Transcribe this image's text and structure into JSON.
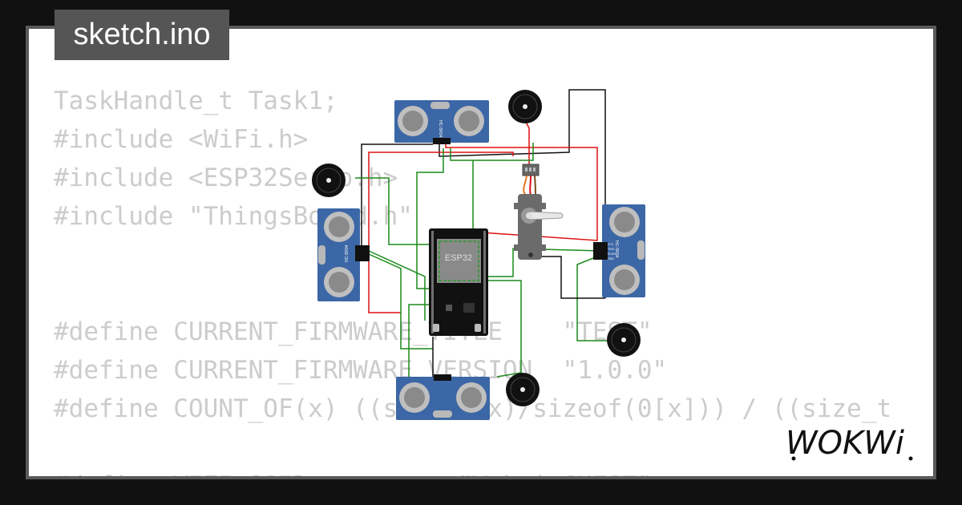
{
  "project": {
    "filename": "sketch.ino"
  },
  "code_lines": [
    "TaskHandle_t Task1;",
    "#include <WiFi.h>",
    "#include <ESP32Servo.h>",
    "#include \"ThingsBoard.h\"",
    "",
    "",
    "#define CURRENT_FIRMWARE_TITLE    \"TEST\"",
    "#define CURRENT_FIRMWARE_VERSION  \"1.0.0\"",
    "#define COUNT_OF(x) ((sizeof(x)/sizeof(0[x])) / ((size_t",
    "",
    "#define WIFI_SSID          \"Wokwi-GUEST\""
  ],
  "circuit": {
    "board_label": "ESP32",
    "sensor_label": "HC-SR04",
    "pin_labels": [
      "VCC",
      "TRIG",
      "ECHO",
      "GND"
    ],
    "colors": {
      "wire_red": "#dd1111",
      "wire_black": "#111111",
      "wire_green": "#1a8a1a",
      "board": "#111111",
      "sensor_pcb": "#3c67a6",
      "servo": "#6b6b6b"
    }
  },
  "brand": {
    "logo_text": "WOKWi"
  }
}
